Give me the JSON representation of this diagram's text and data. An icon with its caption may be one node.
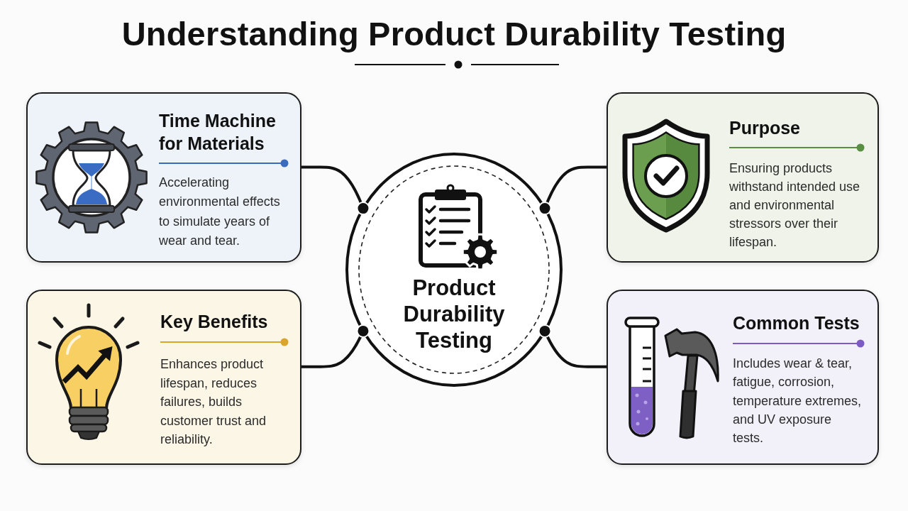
{
  "diagram": {
    "title": "Understanding Product Durability Testing",
    "nodes": [
      {
        "text": [
          "Time Machine for Materials",
          "Accelerating environmental effects to simulate years of wear and tear."
        ]
      },
      {
        "text": [
          "Product Durability Testing"
        ]
      },
      {
        "text": [
          "Purpose",
          "Ensuring products withstand intended use and environmental stressors over their lifespan."
        ]
      },
      {
        "text": [
          "Key Benefits",
          "Enhances product lifespan, reduces failures, builds customer trust and reliability."
        ]
      },
      {
        "text": [
          "Common Tests",
          "Includes wear & tear, fatigue, corrosion, temperature extremes, and UV exposure tests."
        ]
      }
    ],
    "edges": [
      {
        "from": 1,
        "to": 0,
        "arrow": "other"
      },
      {
        "from": 1,
        "to": 2,
        "arrow": "other"
      },
      {
        "from": 1,
        "to": 3,
        "arrow": "other"
      },
      {
        "from": 1,
        "to": 4,
        "arrow": "other"
      }
    ]
  }
}
